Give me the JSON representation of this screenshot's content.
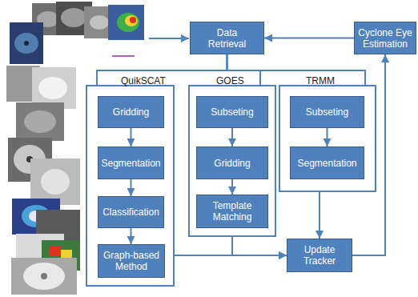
{
  "diagram": {
    "nodes": [
      {
        "text": [
          "Data Retrieval"
        ]
      },
      {
        "text": [
          "Cyclone Eye Estimation"
        ]
      },
      {
        "text": [
          "QuikSCAT"
        ]
      },
      {
        "text": [
          "Gridding"
        ],
        "in": 2
      },
      {
        "text": [
          "Segmentation"
        ],
        "in": 2
      },
      {
        "text": [
          "Classification"
        ],
        "in": 2
      },
      {
        "text": [
          "Graph-based Method"
        ],
        "in": 2
      },
      {
        "text": [
          "GOES"
        ]
      },
      {
        "text": [
          "Subseting"
        ],
        "in": 7
      },
      {
        "text": [
          "Gridding"
        ],
        "in": 7
      },
      {
        "text": [
          "Template Matching"
        ],
        "in": 7
      },
      {
        "text": [
          "TRMM"
        ]
      },
      {
        "text": [
          "Subseting"
        ],
        "in": 11
      },
      {
        "text": [
          "Segmentation"
        ],
        "in": 11
      },
      {
        "text": [
          "Update Tracker"
        ]
      }
    ],
    "edges": [
      {
        "from": 1,
        "to": 0,
        "arrow": "to"
      },
      {
        "from": 0,
        "to": 2,
        "arrow": "none"
      },
      {
        "from": 0,
        "to": 7,
        "arrow": "none"
      },
      {
        "from": 0,
        "to": 11,
        "arrow": "none"
      },
      {
        "from": 3,
        "to": 4,
        "arrow": "to"
      },
      {
        "from": 4,
        "to": 5,
        "arrow": "to"
      },
      {
        "from": 5,
        "to": 6,
        "arrow": "to"
      },
      {
        "from": 8,
        "to": 9,
        "arrow": "to"
      },
      {
        "from": 9,
        "to": 10,
        "arrow": "to"
      },
      {
        "from": 12,
        "to": 13,
        "arrow": "to"
      },
      {
        "from": 2,
        "to": 14,
        "arrow": "to"
      },
      {
        "from": 7,
        "to": 14,
        "arrow": "to"
      },
      {
        "from": 11,
        "to": 14,
        "arrow": "to"
      },
      {
        "from": 14,
        "to": 1,
        "arrow": "to"
      }
    ]
  }
}
